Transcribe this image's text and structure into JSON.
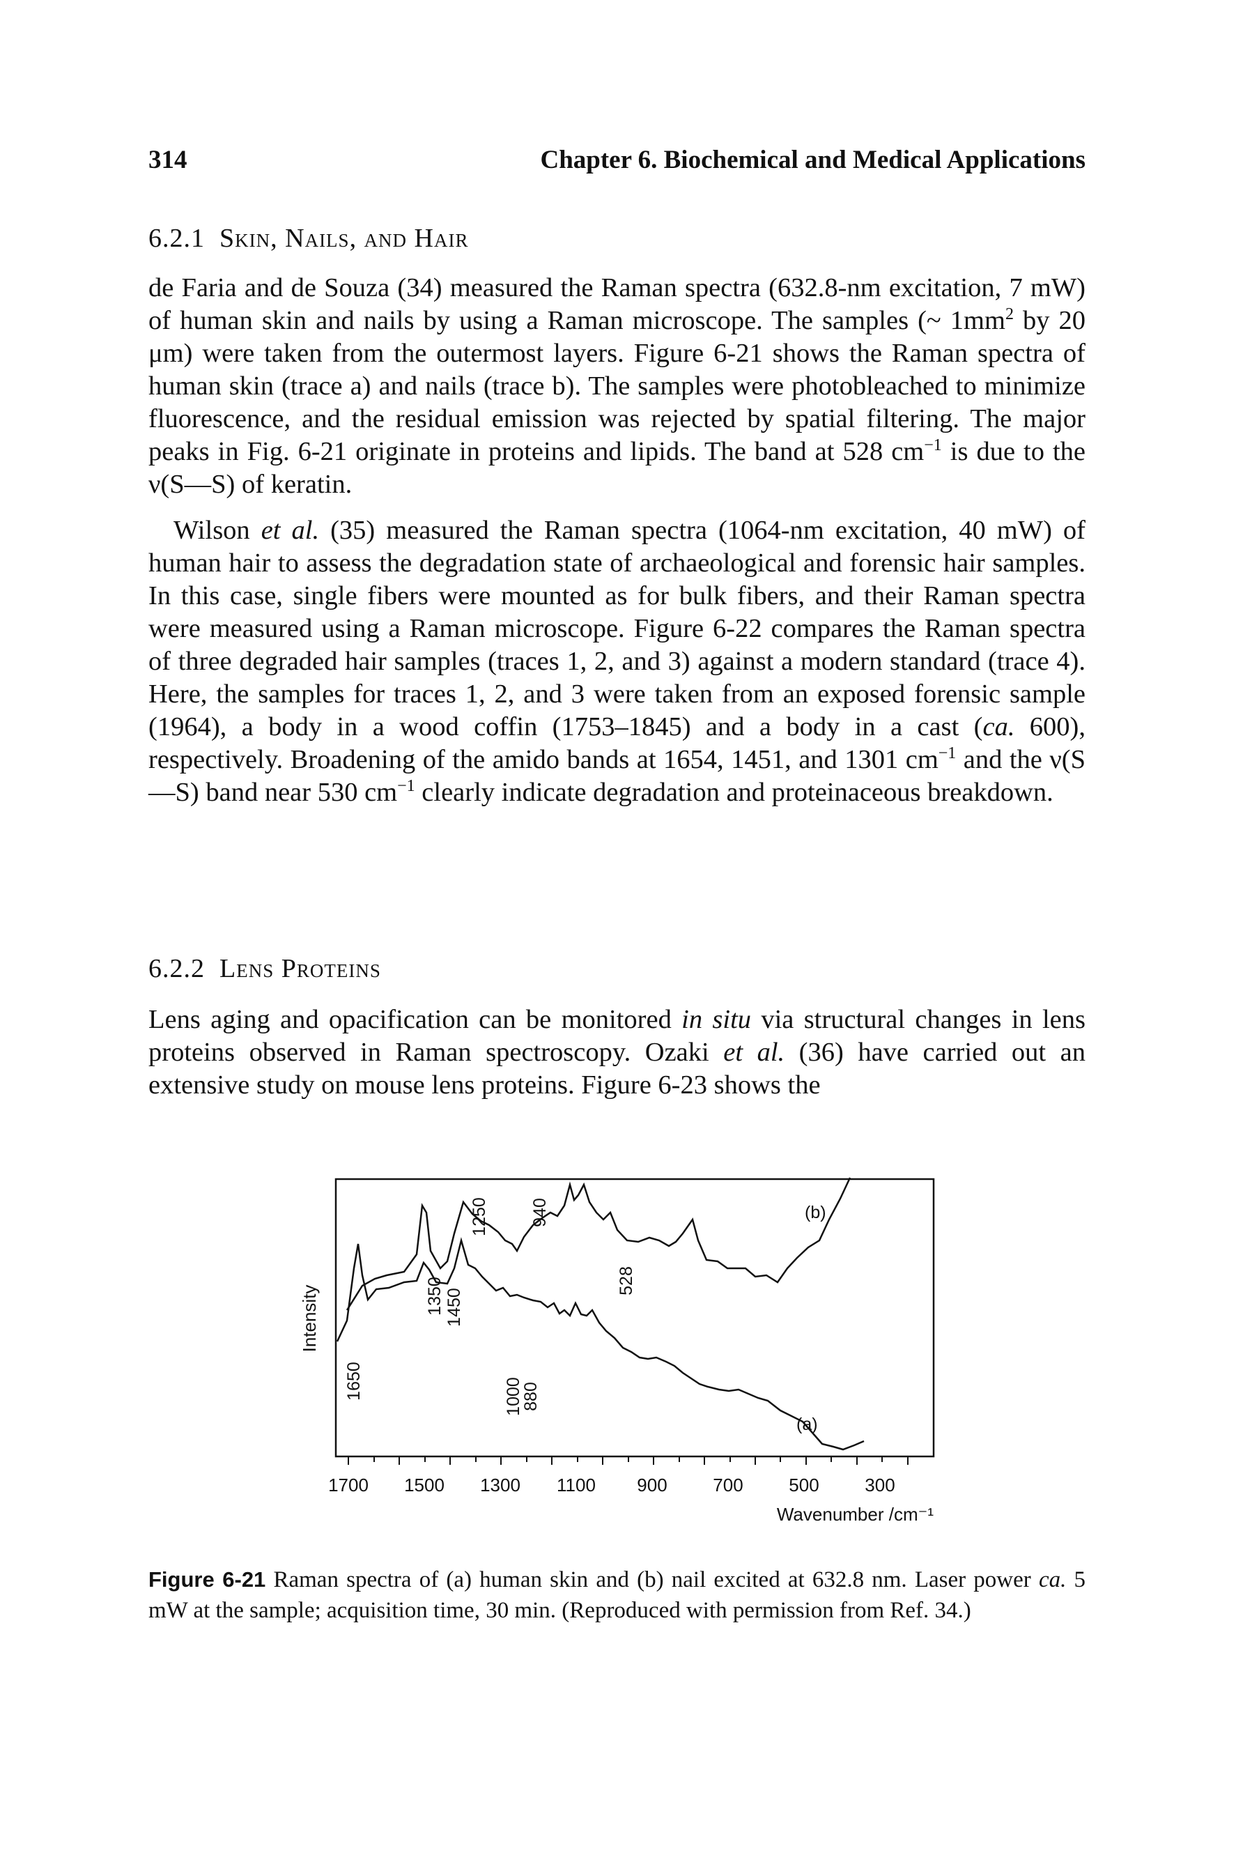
{
  "header": {
    "page_number": "314",
    "chapter_title": "Chapter 6. Biochemical and Medical Applications"
  },
  "section1": {
    "number": "6.2.1",
    "title": "Skin, Nails, and Hair"
  },
  "p1": {
    "t1": "de Faria and de Souza (34) measured the Raman spectra (632.8-nm excitation, 7 mW) of human skin and nails by using a Raman microscope. The samples (~ 1mm",
    "sup1": "2",
    "t2": " by 20 μm) were taken from the outermost layers. Figure 6-21 shows the Raman spectra of human skin (trace a) and nails (trace b). The samples were photobleached to minimize fluorescence, and the residual emission was rejected by spatial filtering. The major peaks in Fig. 6-21 originate in proteins and lipids. The band at 528 cm",
    "sup2": "−1",
    "t3": " is due to the ν(S—S) of keratin."
  },
  "p2": {
    "t1": "Wilson ",
    "i1": "et al.",
    "t2": " (35) measured the Raman spectra (1064-nm excitation, 40 mW) of human hair to assess the degradation state of archaeological and forensic hair samples. In this case, single fibers were mounted as for bulk fibers, and their Raman spectra were measured using a Raman microscope. Figure 6-22 compares the Raman spectra of three degraded hair samples (traces 1, 2, and 3) against a modern standard (trace 4). Here, the samples for traces 1, 2, and 3 were taken from an exposed forensic sample (1964), a body in a wood coffin (1753–1845) and a body in a cast (",
    "i2": "ca.",
    "t3": " 600), respectively. Broadening of the amido bands at 1654, 1451, and 1301 cm",
    "sup1": "−1",
    "t4": " and the ν(S—S) band near 530 cm",
    "sup2": "−1",
    "t5": " clearly indicate degradation and proteinaceous breakdown."
  },
  "section2": {
    "number": "6.2.2",
    "title": "Lens Proteins"
  },
  "p3": {
    "t1": "Lens aging and opacification can be monitored ",
    "i1": "in situ",
    "t2": " via structural changes in lens proteins observed in Raman spectroscopy. Ozaki ",
    "i2": "et al.",
    "t3": " (36) have carried out an extensive study on mouse lens proteins. Figure 6-23 shows the"
  },
  "figure": {
    "y_axis_label": "Intensity",
    "x_axis_label": "Wavenumber /cm⁻¹",
    "x_ticks": [
      "1700",
      "1500",
      "1300",
      "1100",
      "900",
      "700",
      "500",
      "300"
    ],
    "trace_a_label": "(a)",
    "trace_b_label": "(b)",
    "peaks_a": [
      "1650",
      "1450",
      "1350",
      "1000",
      "880"
    ],
    "peaks_b": [
      "1250",
      "940",
      "528"
    ]
  },
  "caption": {
    "label": "Figure 6-21",
    "t1": " Raman spectra of (a) human skin and (b) nail excited at 632.8 nm. Laser power ",
    "i1": "ca.",
    "t2": " 5 mW at the sample; acquisition time, 30 min. (Reproduced with permission from Ref. 34.)"
  }
}
